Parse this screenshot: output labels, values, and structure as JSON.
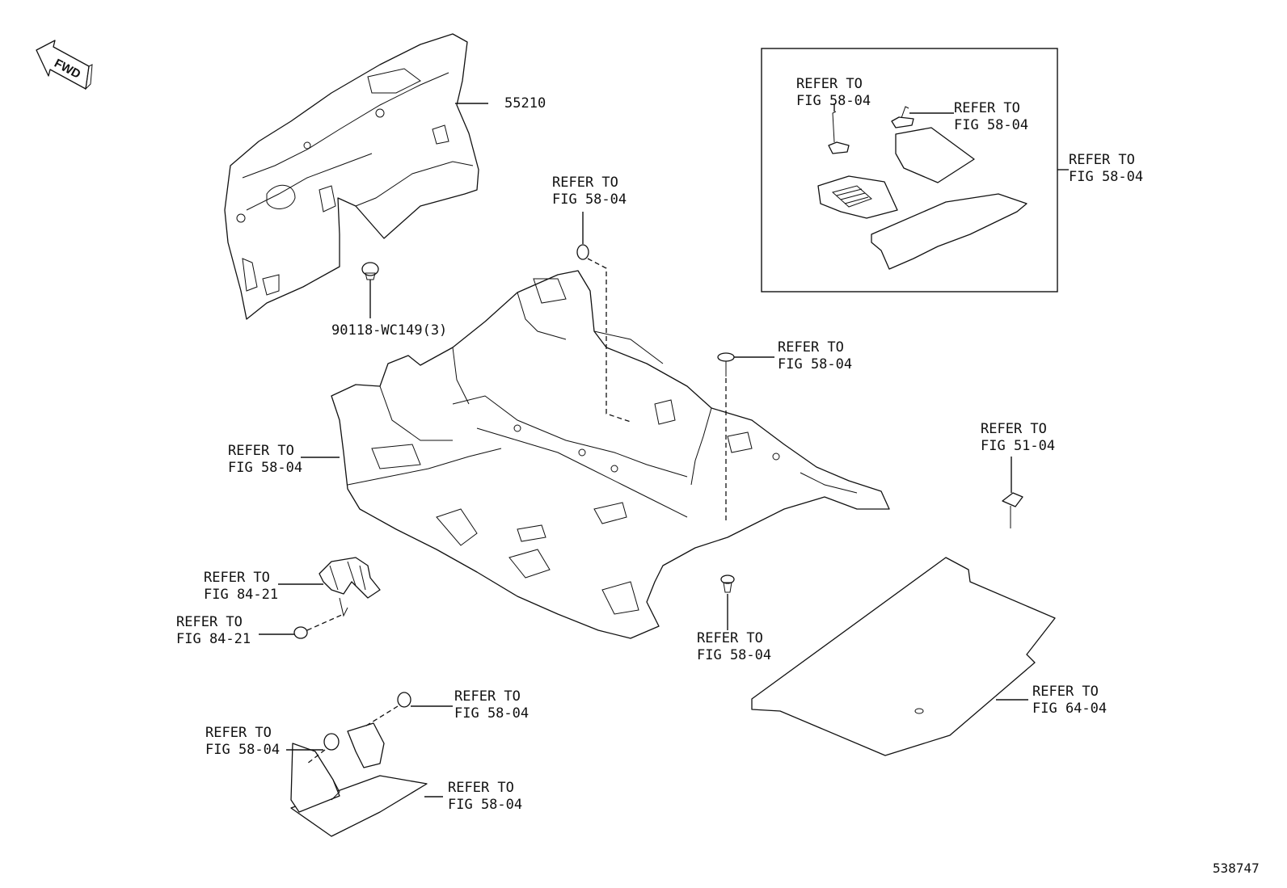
{
  "fwd_arrow": {
    "label": "FWD"
  },
  "callouts": {
    "part_55210": "55210",
    "part_90118": "90118-WC149(3)",
    "inset_clip_left": [
      "REFER TO",
      "FIG 58-04"
    ],
    "inset_clip_right": [
      "REFER TO",
      "FIG 58-04"
    ],
    "inset_mats": [
      "REFER TO",
      "FIG 58-04"
    ],
    "carpet_clip_top": [
      "REFER TO",
      "FIG 58-04"
    ],
    "carpet_screw": [
      "REFER TO",
      "FIG 58-04"
    ],
    "carpet_main": [
      "REFER TO",
      "FIG 58-04"
    ],
    "fig_51_04": [
      "REFER TO",
      "FIG 51-04"
    ],
    "bracket_84_21": [
      "REFER TO",
      "FIG 84-21"
    ],
    "clip_84_21": [
      "REFER TO",
      "FIG 84-21"
    ],
    "carpet_clip_bottom": [
      "REFER TO",
      "FIG 58-04"
    ],
    "footrest_clip_right": [
      "REFER TO",
      "FIG 58-04"
    ],
    "footrest_clip_left": [
      "REFER TO",
      "FIG 58-04"
    ],
    "footrest_pad": [
      "REFER TO",
      "FIG 58-04"
    ],
    "fig_64_04": [
      "REFER TO",
      "FIG 64-04"
    ]
  },
  "diagram_id": "538747"
}
